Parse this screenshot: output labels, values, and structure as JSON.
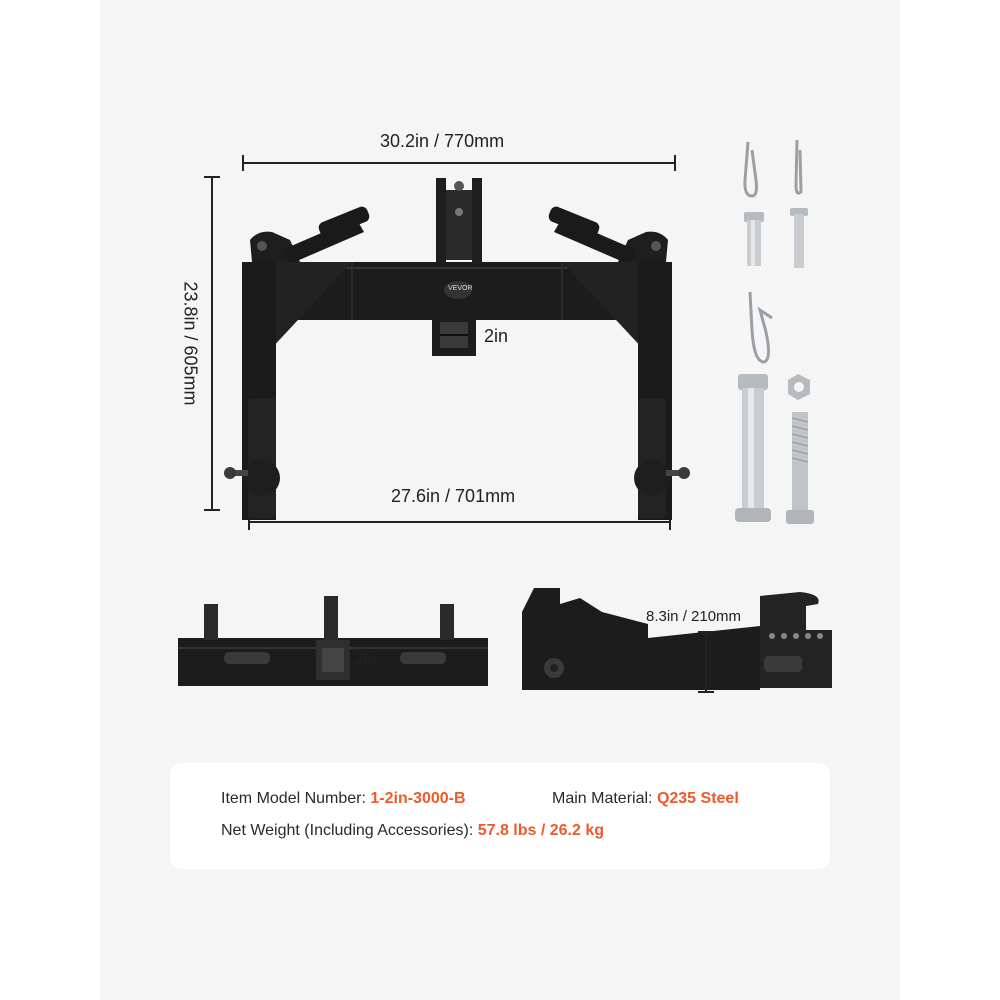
{
  "brand": "VEVOR",
  "front_view": {
    "width_label": "30.2in / 770mm",
    "height_label": "23.8in / 605mm",
    "inner_width_label": "27.6in / 701mm",
    "receiver_label": "2in"
  },
  "top_view": {
    "receiver_label": "2in"
  },
  "side_view": {
    "depth_label": "8.3in / 210mm"
  },
  "specs": {
    "model_label": "Item Model Number:",
    "model_value": "1-2in-3000-B",
    "material_label": "Main Material:",
    "material_value": "Q235 Steel",
    "weight_label": "Net Weight (Including Accessories):",
    "weight_value": "57.8 lbs / 26.2 kg"
  },
  "colors": {
    "accent": "#ee5a2a",
    "steel": "#1c1c1c",
    "background": "#f5f5f5",
    "card": "#ffffff"
  }
}
